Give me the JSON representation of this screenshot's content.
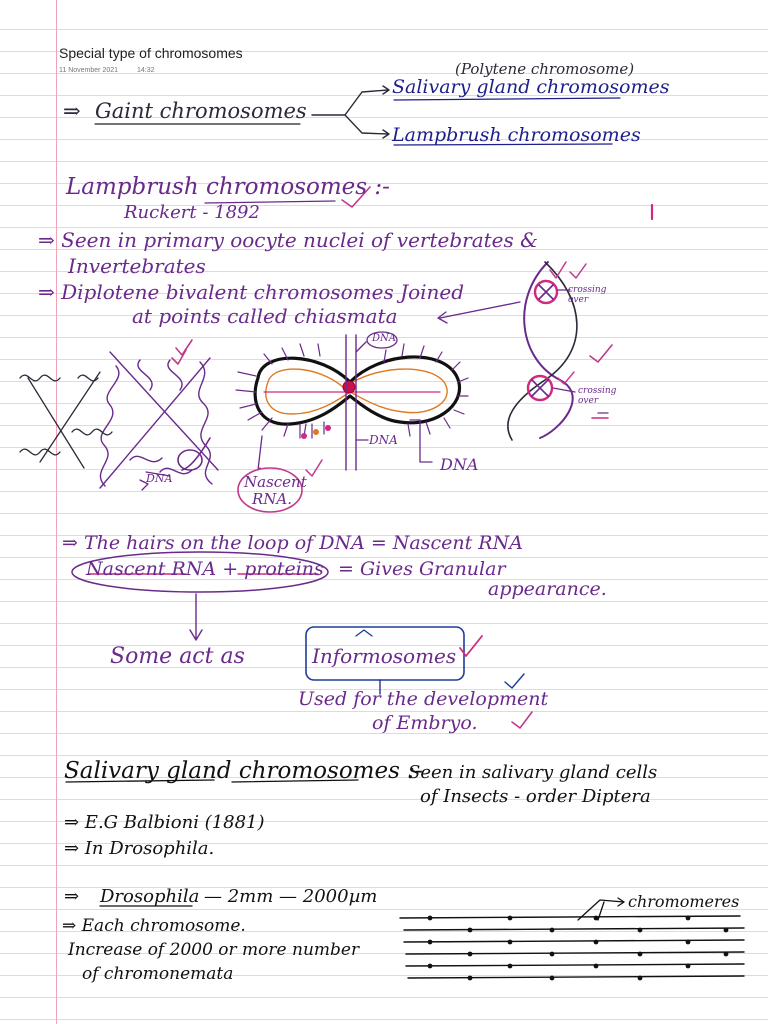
{
  "header": {
    "title": "Special type of chromosomes",
    "date": "11 November 2021",
    "time": "14:32"
  },
  "notes": {
    "polytene": "(Polytene chromosome)",
    "arrow_giant": "⇒",
    "giant": "Gaint chromosomes",
    "salivary_branch": "Salivary gland chromosomes",
    "lampbrush_branch": "Lampbrush chromosomes",
    "lampbrush_heading": "Lampbrush chromosomes :-",
    "ruckert": "Ruckert - 1892",
    "seen_line1": "⇒ Seen in primary oocyte nuclei of vertebrates &",
    "seen_line2": "Invertebrates",
    "diplotene_line1": "⇒ Diplotene bivalent chromosomes Joined",
    "diplotene_line2": "at points called chiasmata",
    "crossing_over_1": "crossing over",
    "crossing_over_2": "crossing over",
    "dna_1": "DNA",
    "dna_2": "DNA",
    "dna_3": "DNA",
    "dna_4": "DNA",
    "nascent_rna": "Nascent RNA.",
    "hairs_line": "⇒ The hairs on the loop of DNA = Nascent RNA",
    "nascent_protein": "Nascent RNA + proteins",
    "granular_line1": "= Gives Granular",
    "granular_line2": "appearance.",
    "some_act": "Some act as",
    "informosomes": "Informosomes",
    "used_line1": "Used for the development",
    "used_line2": "of Embryo.",
    "salivary_heading": "Salivary gland chromosomes :-",
    "seen_salivary_line1": "Seen in salivary gland cells",
    "seen_salivary_line2": "of Insects - order Diptera",
    "balbiani": "⇒ E.G Balbioni (1881)",
    "drosophila": "⇒ In Drosophila.",
    "drosophila_size_arrow": "⇒",
    "drosophila_size_a": "Drosophila",
    "drosophila_size_b": "— 2mm — 2000µm",
    "chromomeres": "chromomeres",
    "each_chromosome": "⇒ Each chromosome.",
    "increase_line1": "Increase of 2000 or more number",
    "increase_line2": "of chromonemata"
  }
}
